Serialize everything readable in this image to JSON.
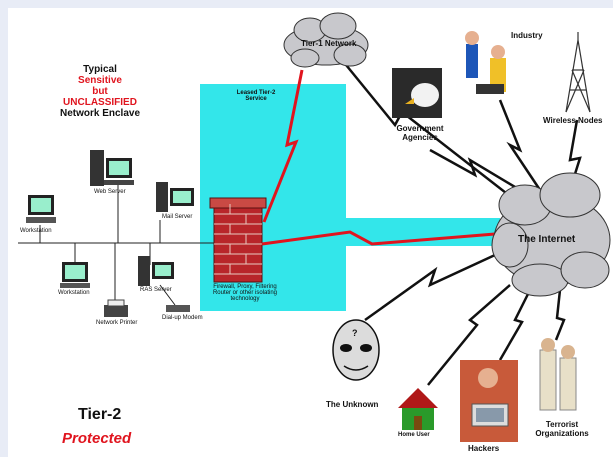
{
  "enclave": {
    "line1": "Typical",
    "line2": "Sensitive",
    "line3": "but",
    "line4": "UNCLASSIFIED",
    "line5": "Network Enclave"
  },
  "devices": {
    "web_server": "Web Server",
    "mail_server": "Mail Server",
    "workstation_top": "Workstation",
    "workstation_bottom": "Workstation",
    "ras_server": "RAS Server",
    "network_printer": "Network Printer",
    "dialup_modem": "Dial-up Modem"
  },
  "leased": {
    "line1": "Leased Tier-2",
    "line2": "Service"
  },
  "firewall": {
    "line1": "Firewall, Proxy, Filtering",
    "line2": "Router or other isolating",
    "line3": "technology"
  },
  "clouds": {
    "tier1": "Tier-1 Network",
    "internet": "The Internet"
  },
  "entities": {
    "industry": "Industry",
    "government_line1": "Government",
    "government_line2": "Agencies",
    "wireless": "Wireless Nodes",
    "unknown": "The Unknown",
    "home_user": "Home User",
    "hackers": "Hackers",
    "terrorist_line1": "Terrorist",
    "terrorist_line2": "Organizations"
  },
  "footer": {
    "tier": "Tier-2",
    "status": "Protected"
  },
  "colors": {
    "cyan": "#33e6ea",
    "red_bolt": "#e0141e",
    "brick": "#b8262a",
    "accent_red": "#e0141e",
    "cloud": "#c8c8cc"
  }
}
